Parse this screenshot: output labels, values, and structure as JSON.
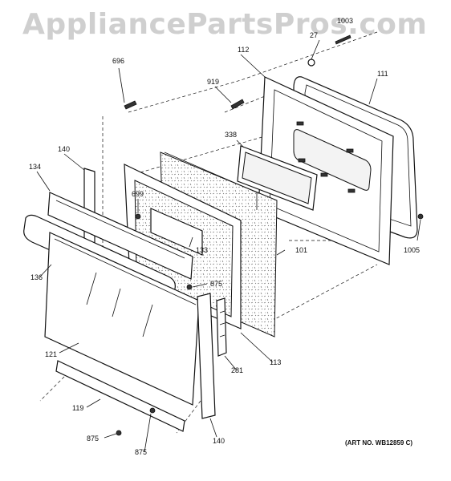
{
  "watermark": "AppliancePartsPros.com",
  "art_number": "(ART NO. WB12859 C)",
  "callouts": [
    "696",
    "1003",
    "27",
    "112",
    "111",
    "919",
    "338",
    "140",
    "134",
    "699",
    "133",
    "101",
    "1005",
    "136",
    "875",
    "121",
    "281",
    "113",
    "119",
    "875",
    "875",
    "140"
  ]
}
